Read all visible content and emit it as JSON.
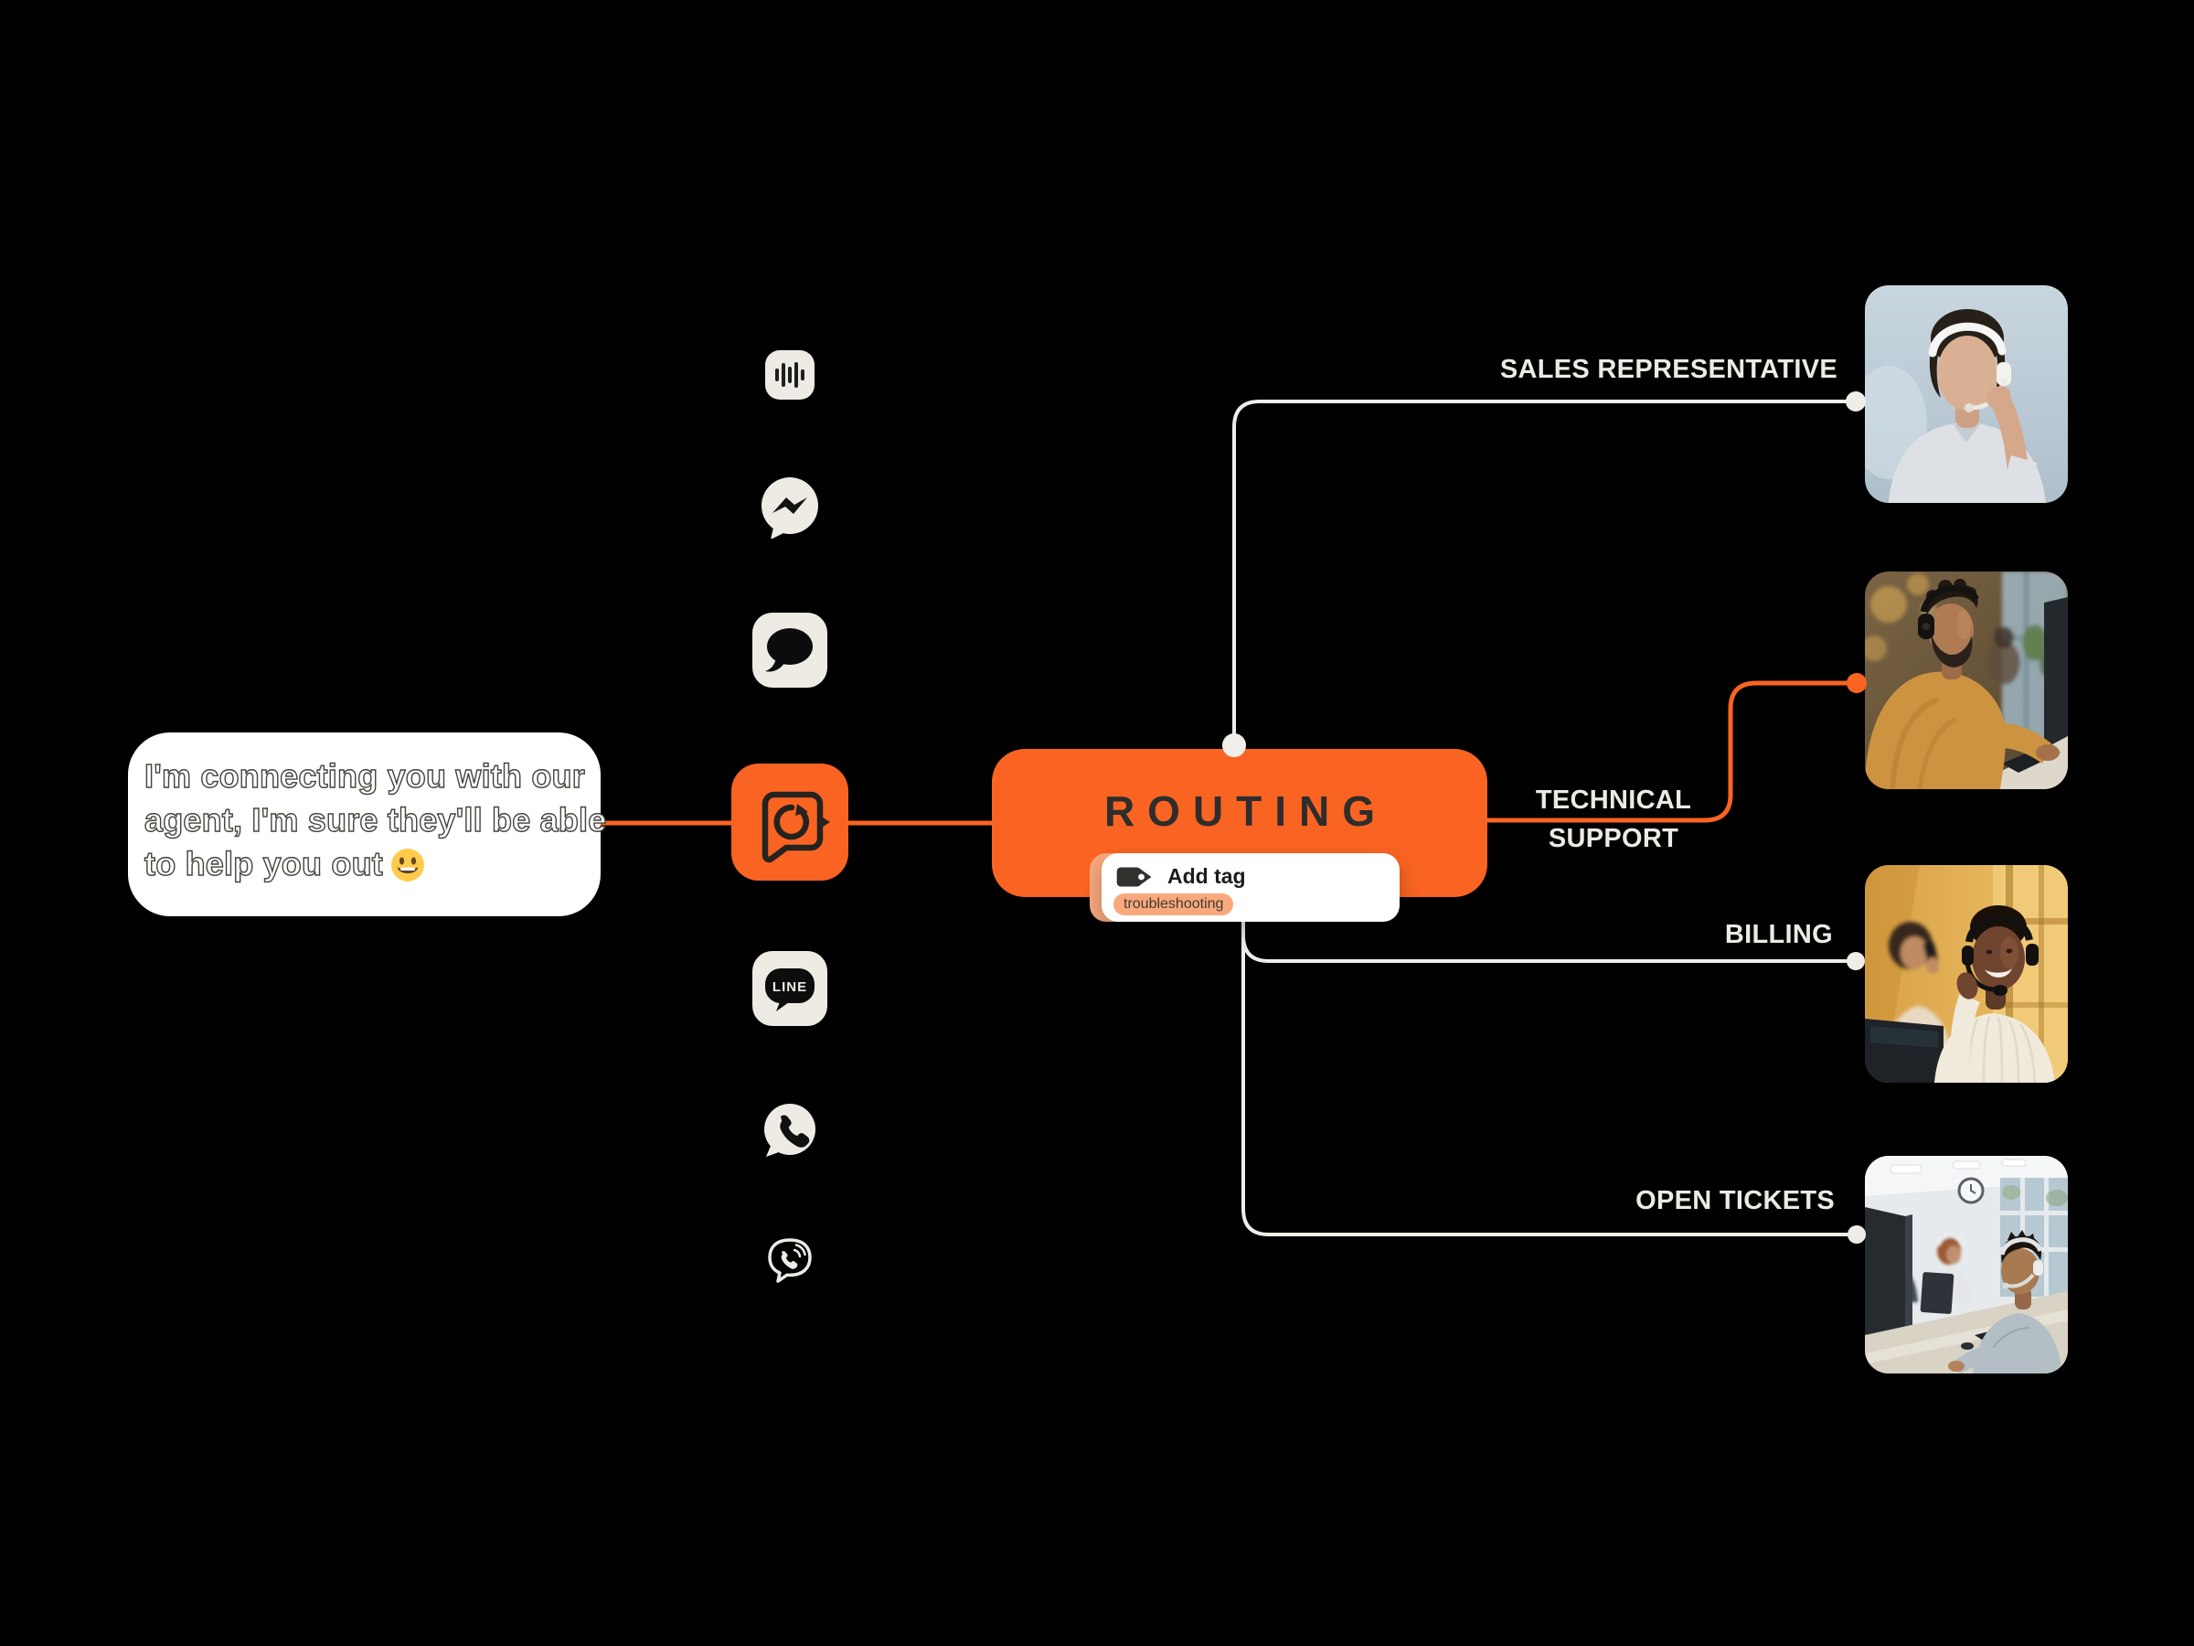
{
  "colors": {
    "background": "#000000",
    "accent_orange": "#FA6422",
    "off_white": "#EDEBE4",
    "peach": "#F9A87D",
    "card_white": "#FFFFFF",
    "dark_text": "#2E2D2B"
  },
  "chat_bubble": {
    "line1": "I'm connecting you with our",
    "line2": "agent, I'm sure they'll be able",
    "line3": "to help you out",
    "emoji": "😀"
  },
  "channels": {
    "voice": {
      "name": "voice-waveform"
    },
    "messenger": {
      "name": "facebook-messenger"
    },
    "imessage": {
      "name": "apple-messages"
    },
    "livechat": {
      "name": "chat-routing",
      "active": true
    },
    "line": {
      "name": "line",
      "label": "LINE"
    },
    "whatsapp": {
      "name": "whatsapp"
    },
    "viber": {
      "name": "viber"
    }
  },
  "routing_node": {
    "title": "ROUTING"
  },
  "tag_card": {
    "action_label": "Add tag",
    "tag": "troubleshooting"
  },
  "destinations": {
    "sales": {
      "label": "SALES REPRESENTATIVE"
    },
    "technical": {
      "label": "TECHNICAL SUPPORT"
    },
    "billing": {
      "label": "BILLING"
    },
    "open_tickets": {
      "label": "OPEN TICKETS"
    }
  }
}
